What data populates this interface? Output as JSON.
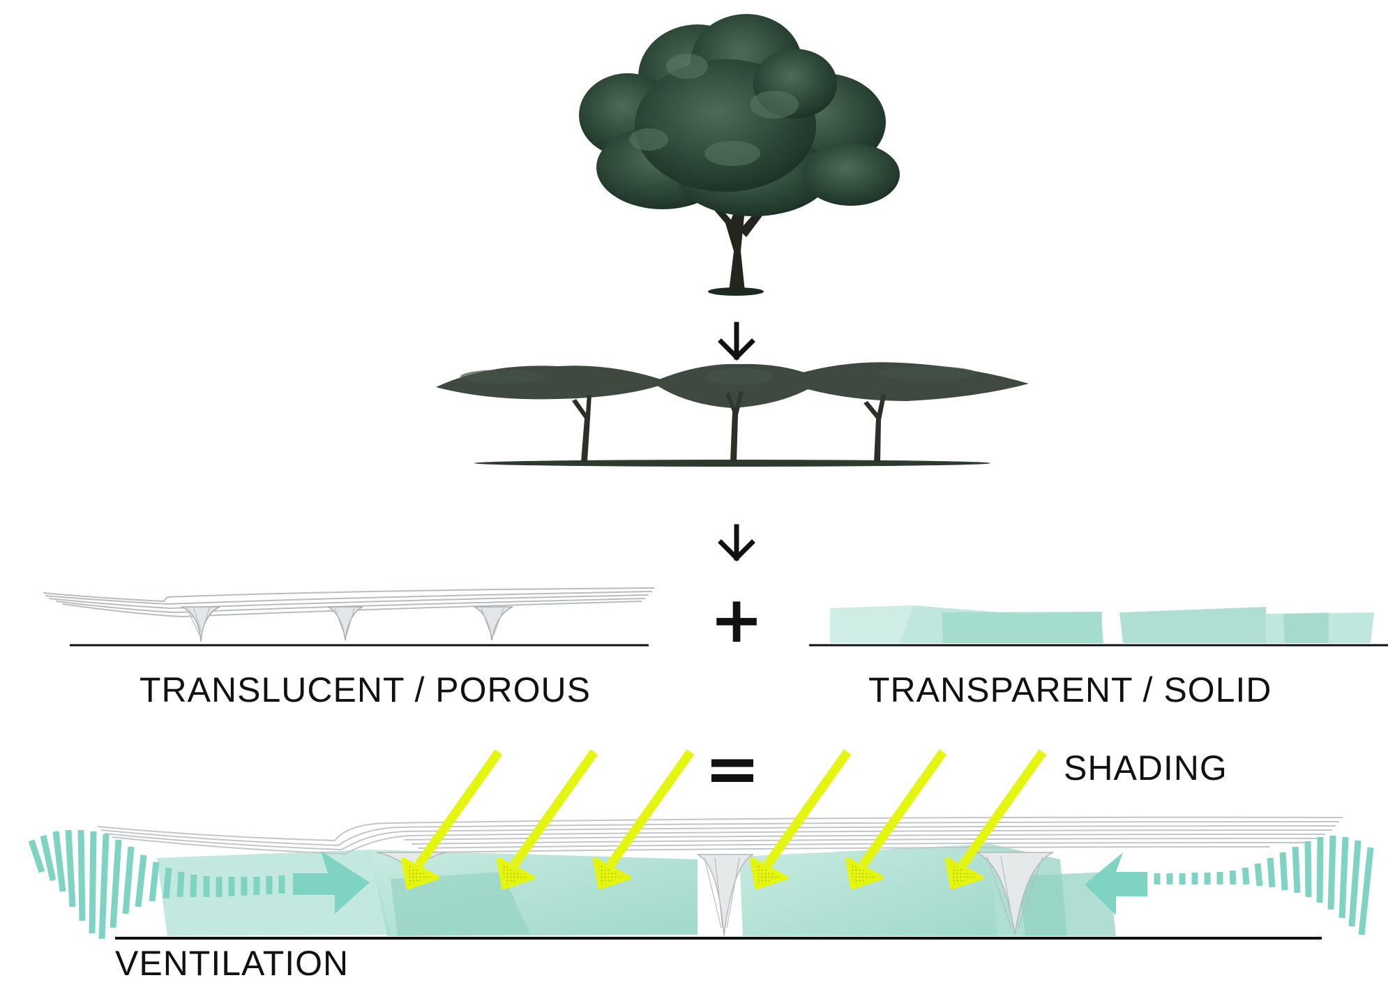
{
  "labels": {
    "translucent": "TRANSLUCENT / POROUS",
    "transparent": "TRANSPARENT / SOLID",
    "shading": "SHADING",
    "ventilation": "VENTILATION"
  },
  "symbols": {
    "plus": "+",
    "equals": "="
  },
  "colors": {
    "glass": "#9fdacb",
    "glass_dark": "#7fc9b6",
    "wind": "#7fd3c3",
    "sun": "#e4f50f",
    "sun_dot": "#b6c400",
    "foliage": "#2f4a3a",
    "ink": "#111111",
    "canopy_stroke": "#b9bcbe"
  },
  "icons": {
    "arrow_1": "down-arrow-icon",
    "arrow_2": "down-arrow-icon",
    "big_tree": "broadleaf-tree-icon",
    "tree_row": "acacia-tree-row-icon"
  }
}
